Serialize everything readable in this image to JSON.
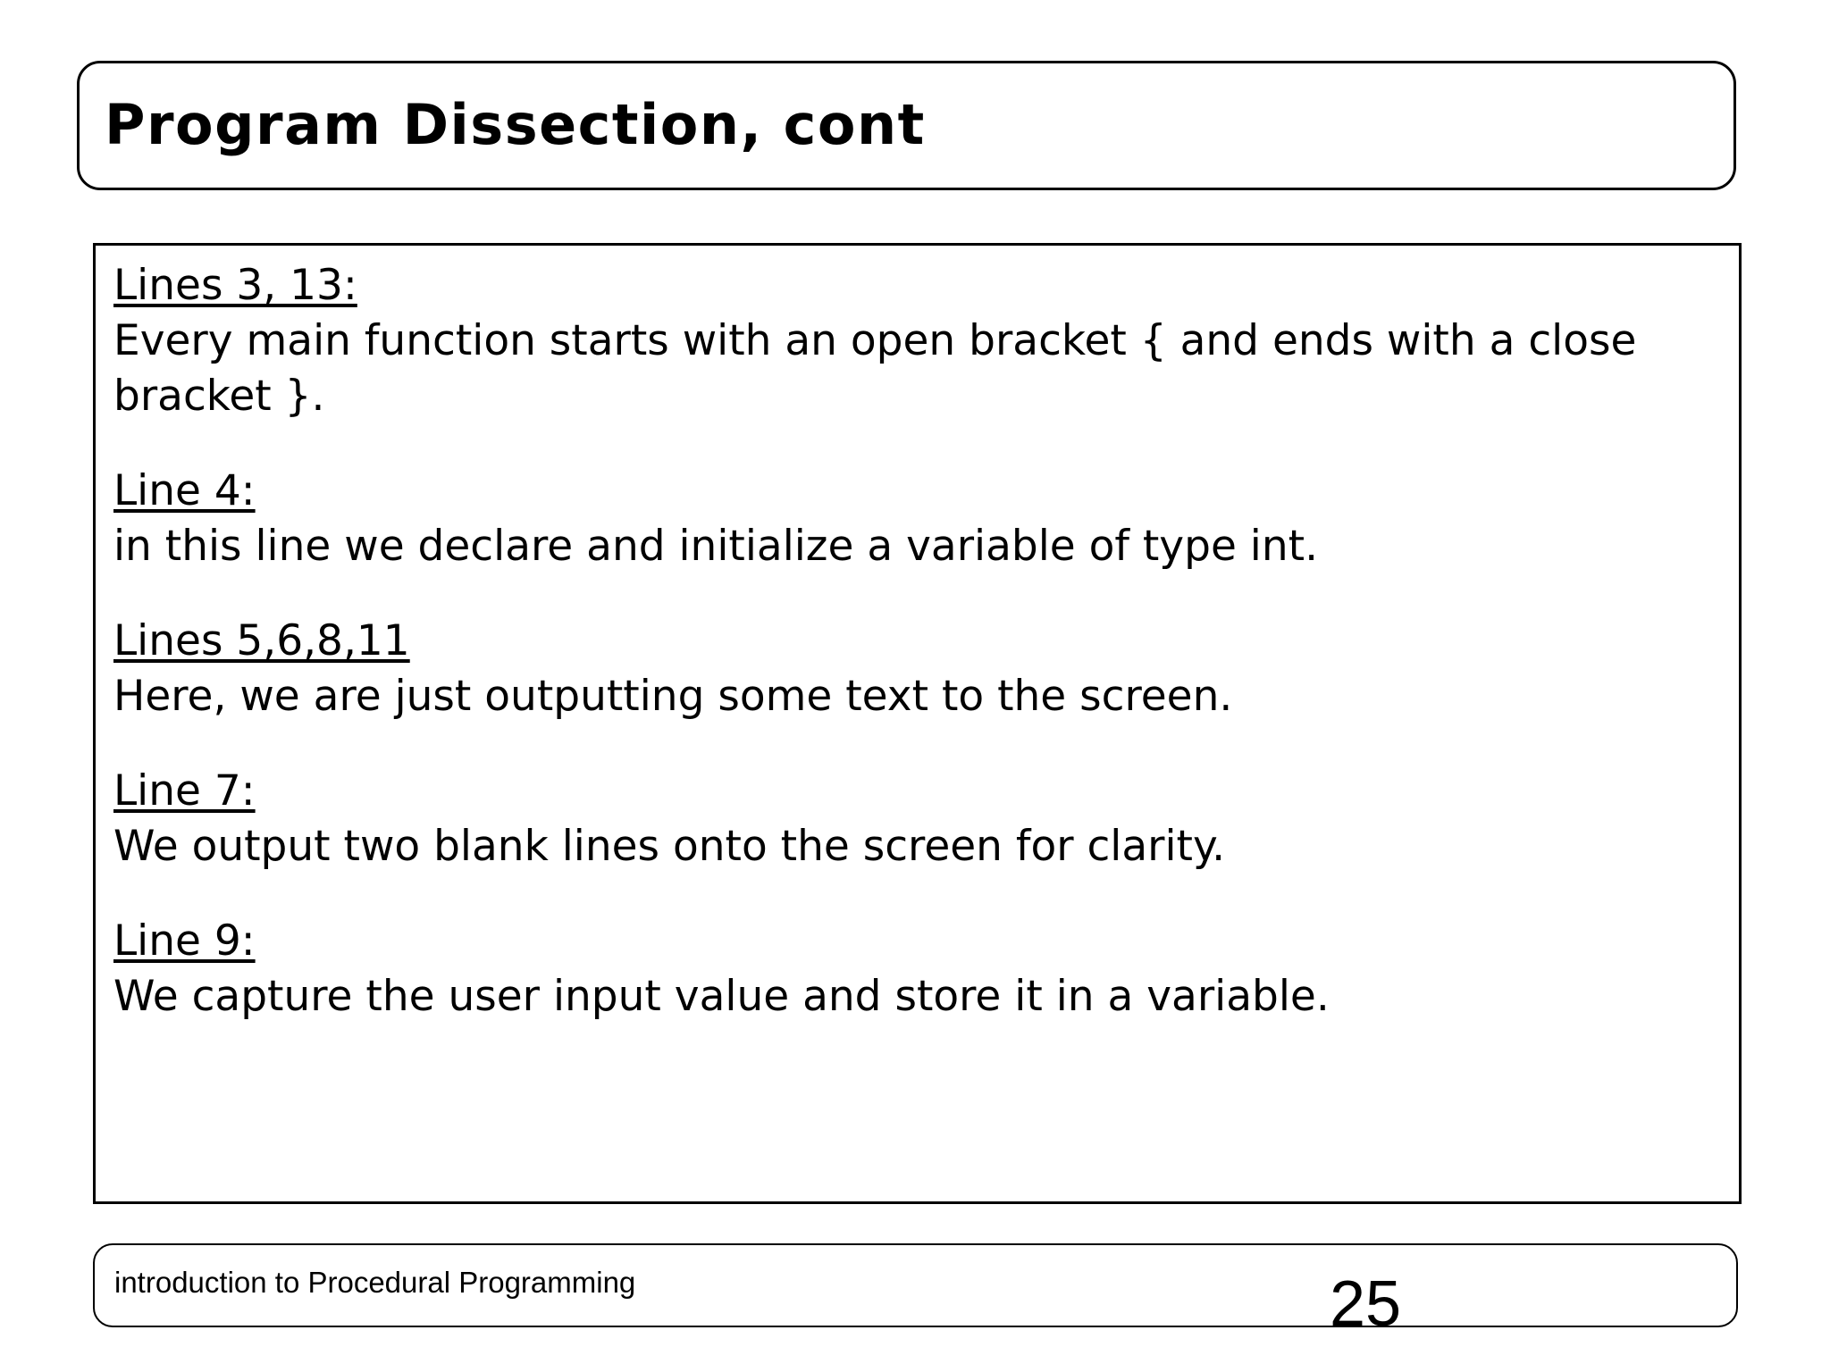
{
  "slide": {
    "title": "Program Dissection, cont",
    "page_number": "25",
    "footer": "introduction to Procedural Programming",
    "background_color": "#ffffff",
    "text_color": "#000000"
  },
  "content": {
    "paragraphs": [
      {
        "heading": "Lines 3, 13:",
        "body": "Every main function starts with an open bracket { and ends with a close bracket }."
      },
      {
        "heading": "Line 4:",
        "body": "in this line we declare and initialize a variable of type int."
      },
      {
        "heading": "Lines 5,6,8,11",
        "body": "Here, we are just outputting some text to the screen."
      },
      {
        "heading": "Line 7:",
        "body": "We output two blank lines onto the screen for clarity."
      },
      {
        "heading": "Line 9:",
        "body": "We capture the user input value and store it in a variable."
      }
    ]
  }
}
